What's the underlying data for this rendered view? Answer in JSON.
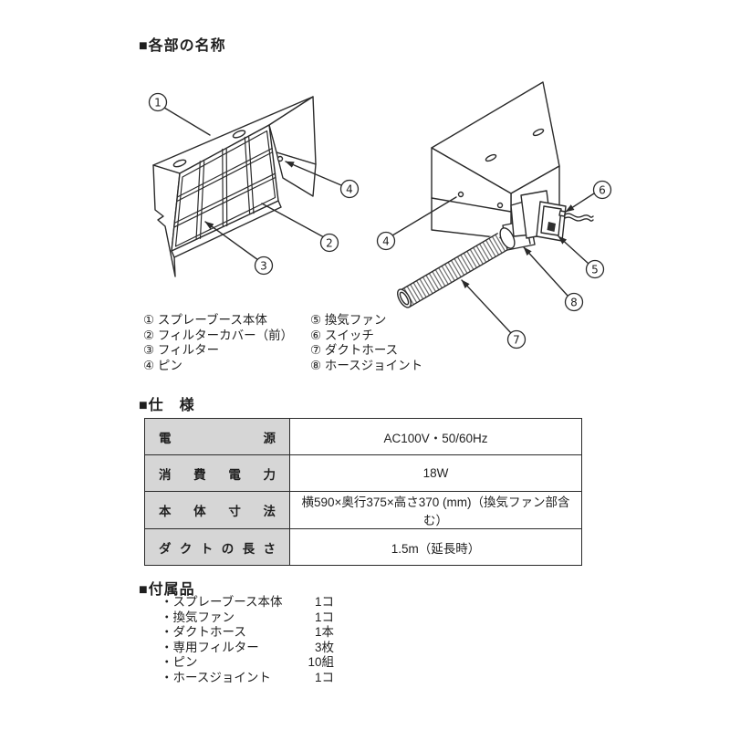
{
  "headings": {
    "parts": "■各部の名称",
    "specs": "■仕　様",
    "accessories": "■付属品"
  },
  "parts_list": {
    "left": [
      "① スプレーブース本体",
      "② フィルターカバー（前）",
      "③ フィルター",
      "④ ピン"
    ],
    "right": [
      "⑤ 換気ファン",
      "⑥ スイッチ",
      "⑦ ダクトホース",
      "⑧ ホースジョイント"
    ]
  },
  "spec_table": {
    "rows": [
      {
        "label": "電 源",
        "value": "AC100V・50/60Hz"
      },
      {
        "label": "消 費 電 力",
        "value": "18W"
      },
      {
        "label": "本 体 寸 法",
        "value": "横590×奥行375×高さ370 (mm)（換気ファン部含む）"
      },
      {
        "label": "ダクトの長さ",
        "value": "1.5m（延長時）"
      }
    ]
  },
  "accessories": {
    "items": [
      {
        "name": "・スプレーブース本体",
        "qty": "1コ"
      },
      {
        "name": "・換気ファン",
        "qty": "1コ"
      },
      {
        "name": "・ダクトホース",
        "qty": "1本"
      },
      {
        "name": "・専用フィルター",
        "qty": "3枚"
      },
      {
        "name": "・ピン",
        "qty": "10組"
      },
      {
        "name": "・ホースジョイント",
        "qty": "1コ"
      }
    ]
  },
  "diagrams": {
    "front": {
      "callouts": {
        "c1": "1",
        "c2": "2",
        "c3": "3",
        "c4": "4"
      }
    },
    "rear": {
      "callouts": {
        "c4": "4",
        "c5": "5",
        "c6": "6",
        "c7": "7",
        "c8": "8"
      }
    }
  },
  "colors": {
    "ink": "#2a2a2a",
    "table_header_bg": "#d6d6d6",
    "page_bg": "#ffffff"
  }
}
